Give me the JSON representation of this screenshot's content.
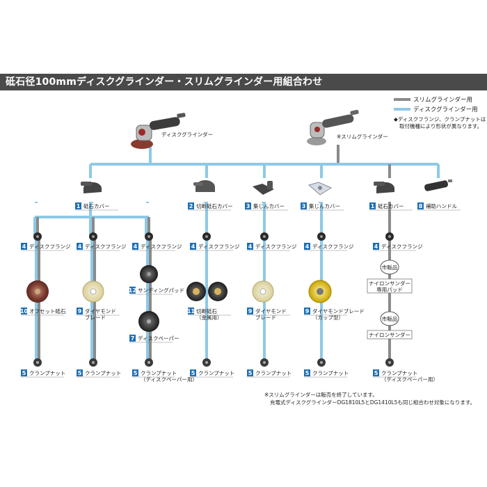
{
  "title": "砥石径100mmディスクグラインダー・スリムグラインダー用組合わせ",
  "legend": {
    "slim": "スリムグラインダー用",
    "disc": "ディスクグラインダー用",
    "note_line1": "◆ディスクフランジ、クランプナットは",
    "note_line2": "取付機種により形状が異なります。"
  },
  "colors": {
    "slim": "#8a8a8a",
    "disc": "#8ec9e6",
    "badge": "#1e6fb5"
  },
  "machines": {
    "disc": "ディスクグラインダー",
    "slim": "※スリムグラインダー"
  },
  "covers": [
    {
      "num": "1",
      "label": "砥石カバー",
      "icon": "wheel-guard-icon"
    },
    {
      "num": "2",
      "label": "切断砥石カバー",
      "icon": "cutting-guard-icon"
    },
    {
      "num": "3",
      "label": "集じんカバー",
      "icon": "dust-cover-icon"
    },
    {
      "num": "3",
      "label": "集じんカバー",
      "icon": "dust-cover-clear-icon"
    },
    {
      "num": "1",
      "label": "砥石カバー",
      "icon": "wheel-guard-icon"
    },
    {
      "num": "8",
      "label": "補助ハンドル",
      "icon": "side-handle-icon"
    }
  ],
  "flanges": [
    {
      "num": "4",
      "label": "ディスクフランジ"
    },
    {
      "num": "4",
      "label": "ディスクフランジ"
    },
    {
      "num": "4",
      "label": "ディスクフランジ"
    },
    {
      "num": "4",
      "label": "ディスクフランジ"
    },
    {
      "num": "4",
      "label": "ディスクフランジ"
    },
    {
      "num": "4",
      "label": "ディスクフランジ"
    },
    {
      "num": "4",
      "label": "ディスクフランジ"
    }
  ],
  "sanding_pad": {
    "num": "12",
    "label": "サンディングパッド"
  },
  "disc_paper": {
    "num": "7",
    "label": "ディスクペーパー"
  },
  "wheels": [
    {
      "num": "10",
      "line1": "オフセット砥石",
      "line2": ""
    },
    {
      "num": "9",
      "line1": "ダイヤモンド",
      "line2": "ブレード"
    },
    {
      "num": "11",
      "line1": "切断砥石",
      "line2": "（金属用）"
    },
    {
      "num": "9",
      "line1": "ダイヤモンド",
      "line2": "ブレード"
    },
    {
      "num": "9",
      "line1": "ダイヤモンドブレード",
      "line2": "（カップ型）"
    }
  ],
  "market": [
    {
      "badge": "市販品",
      "line1": "ナイロンサンダー",
      "line2": "専用パッド"
    },
    {
      "badge": "市販品",
      "line1": "ナイロンサンダー",
      "line2": ""
    }
  ],
  "nuts": [
    {
      "num": "5",
      "line1": "クランプナット",
      "line2": ""
    },
    {
      "num": "5",
      "line1": "クランプナット",
      "line2": ""
    },
    {
      "num": "5",
      "line1": "クランプナット",
      "line2": "（ディスクペーパー用）"
    },
    {
      "num": "5",
      "line1": "クランプナット",
      "line2": ""
    },
    {
      "num": "5",
      "line1": "クランプナット",
      "line2": ""
    },
    {
      "num": "5",
      "line1": "クランプナット",
      "line2": ""
    },
    {
      "num": "5",
      "line1": "クランプナット",
      "line2": "（ディスクペーパー用）"
    }
  ],
  "footnote": {
    "line1": "※スリムグラインダーは販売を終了しています。",
    "line2": "充電式ディスクグラインダーDG1810L5とDG1410L5も同じ組合わせ対象になります。"
  }
}
